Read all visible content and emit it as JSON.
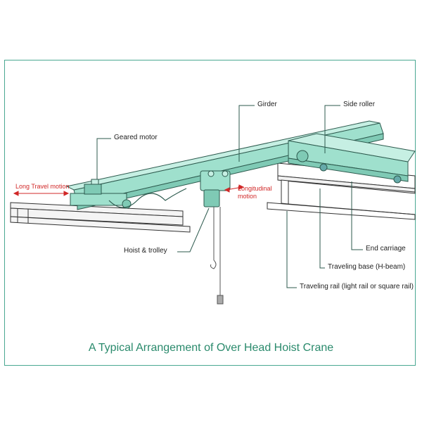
{
  "labels": {
    "girder": "Girder",
    "side_roller": "Side roller",
    "geared_motor": "Geared motor",
    "long_travel": "Long Travel motion",
    "longitudinal": "Longitudinal\nmotion",
    "hoist_trolley": "Hoist & trolley",
    "end_carriage": "End carriage",
    "traveling_base": "Traveling base (H-beam)",
    "traveling_rail": "Traveling rail (light rail or square rail)"
  },
  "caption": "A Typical Arrangement of Over Head Hoist Crane",
  "colors": {
    "frame": "#4aa892",
    "crane_fill": "#9fe0cd",
    "crane_stroke": "#2d5a4e",
    "callout": "#2d5a4e",
    "motion_arrow": "#d12828",
    "caption": "#2a8a6c"
  }
}
